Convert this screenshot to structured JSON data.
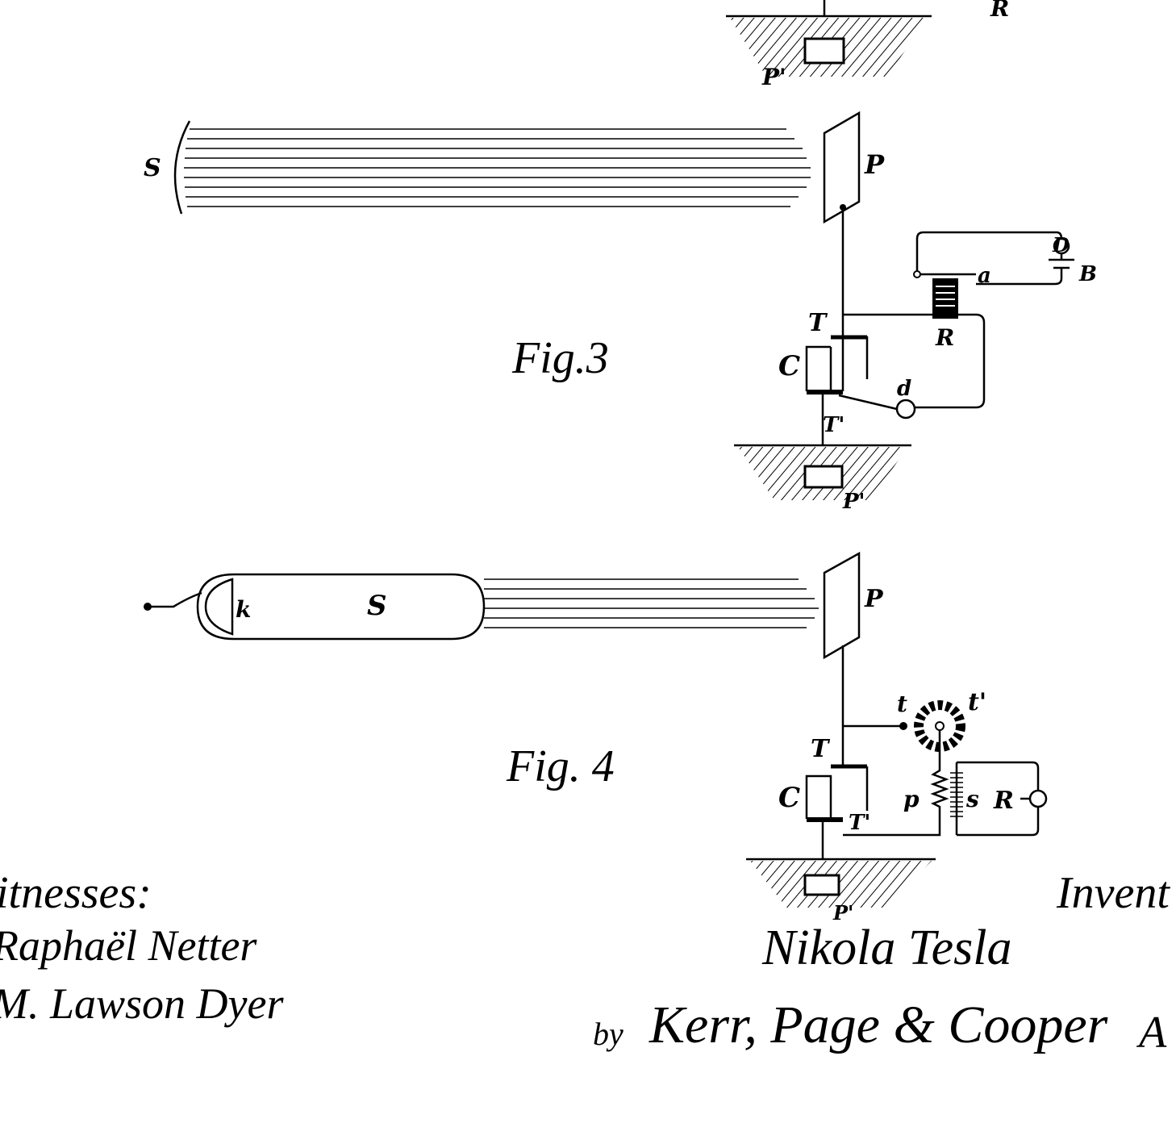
{
  "labels": {
    "top_R": "R",
    "top_P_prime": "P'",
    "fig3": {
      "title": "Fig.3",
      "S": "S",
      "P": "P",
      "D": "D",
      "B": "B",
      "a": "a",
      "R": "R",
      "T": "T",
      "C": "C",
      "d": "d",
      "T_prime": "T'",
      "P_prime": "P'"
    },
    "fig4": {
      "title": "Fig. 4",
      "k": "k",
      "S": "S",
      "P": "P",
      "t": "t",
      "t_prime": "t'",
      "T": "T",
      "C": "C",
      "p": "p",
      "s": "s",
      "R": "R",
      "T_prime": "T'",
      "P_prime": "P'"
    }
  },
  "footer": {
    "witnesses_label": "itnesses:",
    "witness_1": "Raphaël Netter",
    "witness_2": "M. Lawson Dyer",
    "inventor_label": "Invent",
    "inventor_signature": "Nikola Tesla",
    "attorneys_by": "by",
    "attorneys_signature": "Kerr, Page & Cooper",
    "attorneys_suffix": "A"
  }
}
